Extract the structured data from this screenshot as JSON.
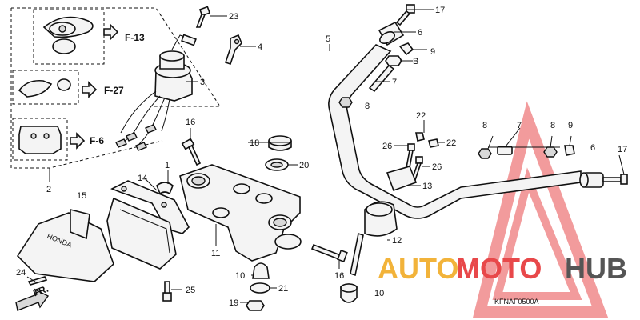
{
  "diagram": {
    "labels": {
      "p1": "1",
      "p2": "2",
      "p3": "3",
      "p4": "4",
      "p5": "5",
      "p6a": "6",
      "p6b": "6",
      "p7a": "7",
      "p7b": "7",
      "p8a": "8",
      "p8b": "8",
      "p8c": "8",
      "p9a": "9",
      "p9b": "9",
      "p10a": "10",
      "p10b": "10",
      "p11": "11",
      "p12": "12",
      "p13": "13",
      "p14": "14",
      "p15": "15",
      "p16a": "16",
      "p16b": "16",
      "p17a": "17",
      "p17b": "17",
      "p18": "18",
      "p19": "19",
      "p20": "20",
      "p21": "21",
      "p22a": "22",
      "p22b": "22",
      "p23": "23",
      "p24": "24",
      "p25": "25",
      "p26a": "26",
      "p26b": "26"
    },
    "refs": {
      "f13": "F-13",
      "f27": "F-27",
      "f6": "F-6"
    },
    "front_label": "FR.",
    "emblem_text": "HONDA",
    "code": "KFNAF0500A"
  },
  "watermark": {
    "word_part1": "AUTO",
    "word_part2": "MOTO",
    "word_part3": "HUB",
    "color_orange": "#f2b33a",
    "color_red": "#e8484a",
    "color_dark": "#555555"
  }
}
